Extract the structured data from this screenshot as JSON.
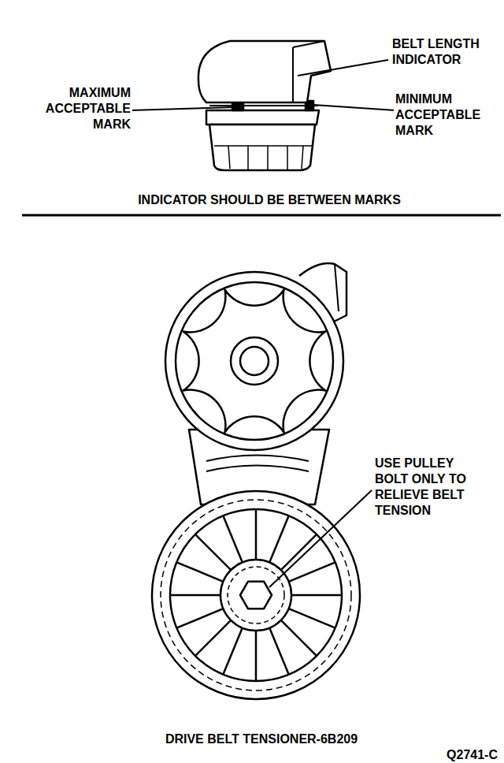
{
  "diagram": {
    "caption": "DRIVE BELT TENSIONER-6B209",
    "labels": [
      "BELT LENGTH INDICATOR",
      "MAXIMUM ACCEPTABLE MARK",
      "MINIMUM ACCEPTABLE MARK",
      "INDICATOR SHOULD BE BETWEEN MARKS",
      "USE PULLEY BOLT ONLY TO RELIEVE BELT TENSION",
      "Q2741-C"
    ]
  }
}
